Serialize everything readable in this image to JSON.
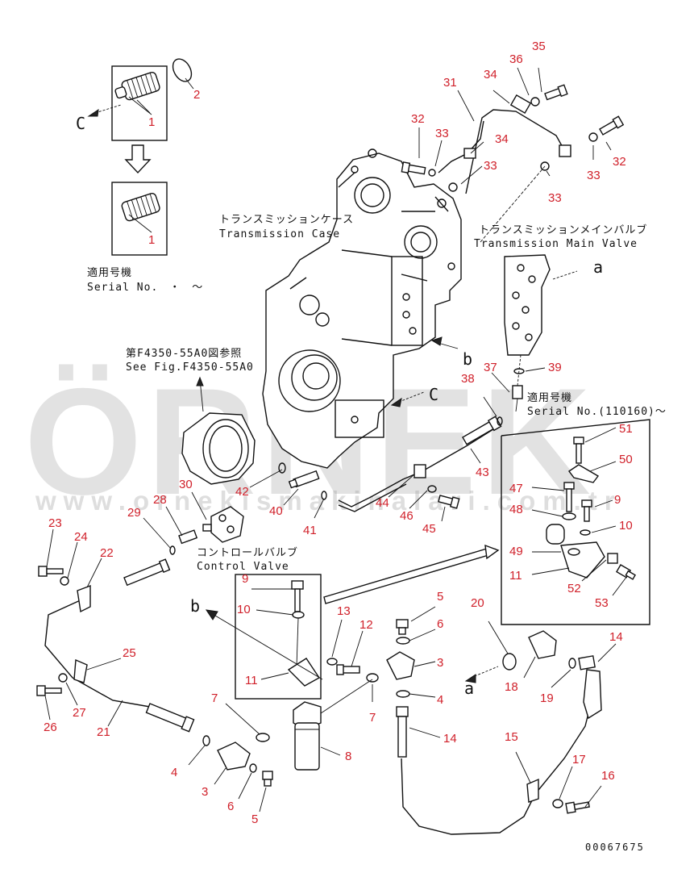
{
  "labels": {
    "transmission_case_jp": "トランスミッションケース",
    "transmission_case_en": "Transmission Case",
    "main_valve_jp": "トランスミッションメインバルブ",
    "main_valve_en": "Transmission Main Valve",
    "control_valve_jp": "コントロールバルブ",
    "control_valve_en": "Control Valve",
    "see_fig_jp": "第F4350-55A0図参照",
    "see_fig_en": "See Fig.F4350-55A0",
    "serial_jp": "適用号機",
    "serial_top_en": "Serial No.　・　～",
    "serial_right_jp": "適用号機",
    "serial_right_en": "Serial No.(110160)～"
  },
  "reference_letters": [
    "C",
    "C",
    "a",
    "b",
    "b",
    "a"
  ],
  "watermark": {
    "brand": "ÖRNEK",
    "url": "www.ornekismakinalari.com.tr"
  },
  "drawing_number": "00067675",
  "part_numbers": [
    "1",
    "2",
    "1",
    "31",
    "32",
    "33",
    "34",
    "33",
    "34",
    "35",
    "36",
    "33",
    "32",
    "33",
    "37",
    "38",
    "39",
    "51",
    "50",
    "47",
    "9",
    "48",
    "10",
    "49",
    "11",
    "52",
    "53",
    "42",
    "40",
    "41",
    "30",
    "28",
    "29",
    "44",
    "46",
    "45",
    "43",
    "23",
    "24",
    "22",
    "25",
    "26",
    "27",
    "21",
    "9",
    "10",
    "11",
    "13",
    "12",
    "5",
    "6",
    "3",
    "4",
    "14",
    "7",
    "7",
    "8",
    "4",
    "3",
    "6",
    "5",
    "20",
    "18",
    "19",
    "14",
    "15",
    "17",
    "16"
  ],
  "colors": {
    "callout": "#d0202a",
    "line": "#111111",
    "watermark": "#9a9a9a",
    "watermark_accent": "#e8c23a"
  }
}
